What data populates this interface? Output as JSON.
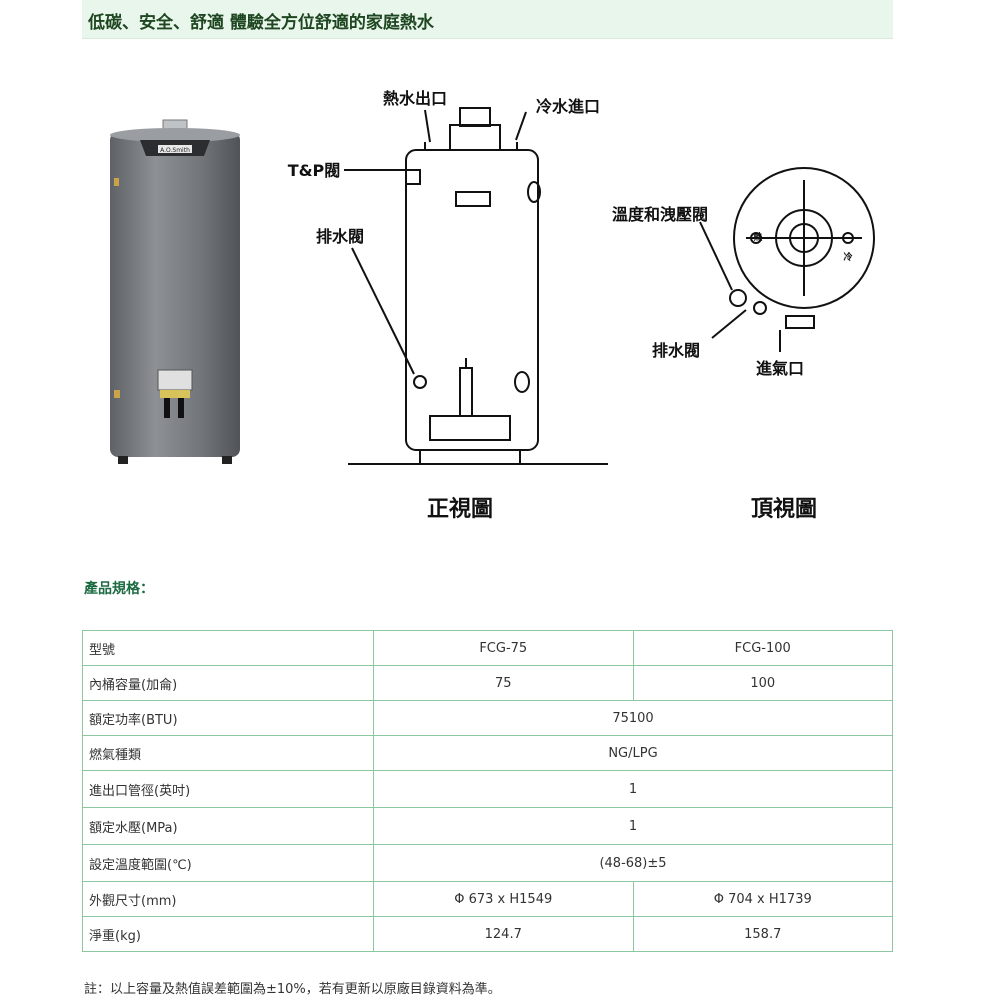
{
  "banner": {
    "title": "低碳、安全、舒適 體驗全方位舒適的家庭熱水"
  },
  "diagram": {
    "hot_outlet": "熱水出口",
    "cold_inlet": "冷水進口",
    "tp_valve": "T&P閥",
    "drain_valve": "排水閥",
    "top_relief_valve": "溫度和洩壓閥",
    "top_drain_valve": "排水閥",
    "gas_inlet": "進氣口",
    "hot_mark": "熱",
    "cold_mark": "冷",
    "front_view": "正視圖",
    "top_view": "頂視圖",
    "brand": "A.O.Smith"
  },
  "spec": {
    "title": "產品規格：",
    "rows": [
      {
        "label": "型號",
        "values": [
          "FCG-75",
          "FCG-100"
        ]
      },
      {
        "label": "內桶容量(加侖)",
        "values": [
          "75",
          "100"
        ]
      },
      {
        "label": "額定功率(BTU)",
        "values": [
          "75100"
        ]
      },
      {
        "label": "燃氣種類",
        "values": [
          "NG/LPG"
        ]
      },
      {
        "label": "進出口管徑(英吋)",
        "values": [
          "1"
        ]
      },
      {
        "label": "額定水壓(MPa)",
        "values": [
          "1"
        ]
      },
      {
        "label": "設定溫度範圍(℃)",
        "values": [
          "(48-68)±5"
        ]
      },
      {
        "label": "外觀尺寸(mm)",
        "values": [
          "Φ 673 x H1549",
          "Φ 704 x H1739"
        ]
      },
      {
        "label": "淨重(kg)",
        "values": [
          "124.7",
          "158.7"
        ]
      }
    ]
  },
  "note": "註：以上容量及熱值誤差範圍為±10%，若有更新以原廠目錄資料為準。"
}
